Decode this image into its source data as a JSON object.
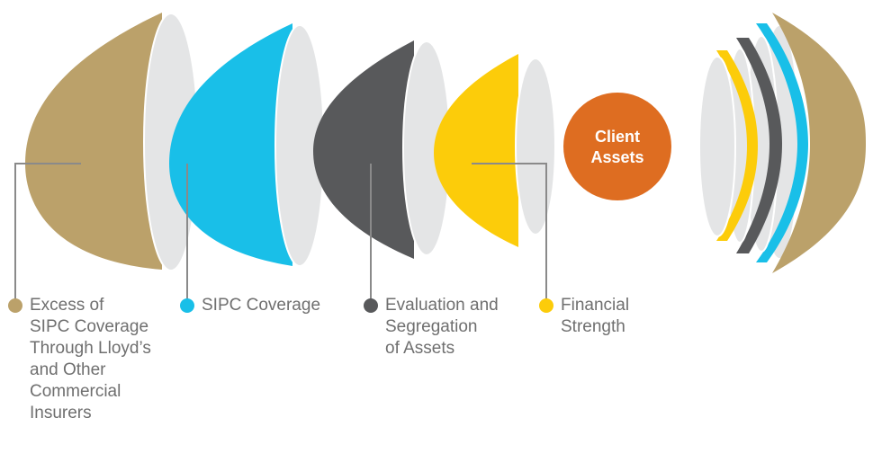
{
  "colors": {
    "gold": "#bba16a",
    "blue": "#19bfe8",
    "charcoal": "#58595b",
    "yellow": "#fccc0a",
    "orange": "#de6d21",
    "lens": "#e4e5e6",
    "lens_edge": "#ffffff",
    "leader": "#8a8a8a",
    "label_text": "#6f6f6f",
    "center_text": "#ffffff"
  },
  "center": {
    "line1": "Client",
    "line2": "Assets"
  },
  "layers": [
    {
      "id": "excess-sipc",
      "color": "gold",
      "label": "Excess of\nSIPC Coverage\nThrough Lloyd’s\nand Other\nCommercial\nInsurers"
    },
    {
      "id": "sipc",
      "color": "blue",
      "label": "SIPC Coverage"
    },
    {
      "id": "evaluation",
      "color": "charcoal",
      "label": "Evaluation and\nSegregation\nof Assets"
    },
    {
      "id": "financial",
      "color": "yellow",
      "label": "Financial\nStrength"
    }
  ]
}
